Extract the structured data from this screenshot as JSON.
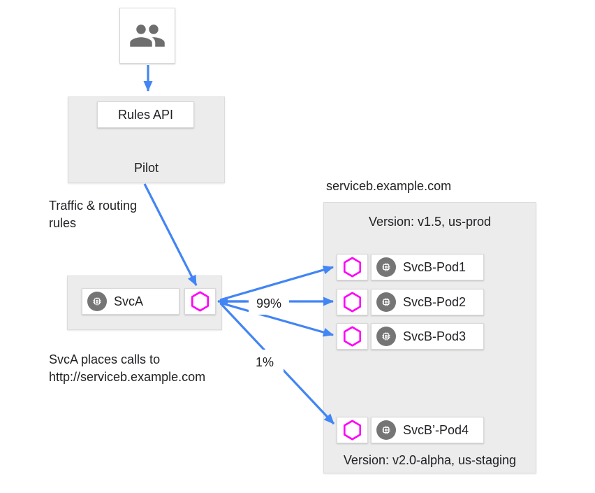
{
  "pilot": {
    "rules_api_label": "Rules API",
    "pilot_label": "Pilot"
  },
  "traffic_note": {
    "line1": "Traffic & routing",
    "line2": "rules"
  },
  "svca": {
    "label": "SvcA"
  },
  "caption": {
    "line1": "SvcA places calls to",
    "line2": "http://serviceb.example.com"
  },
  "serviceb_title": "serviceb.example.com",
  "panel": {
    "header": "Version: v1.5, us-prod",
    "footer": "Version: v2.0-alpha, us-staging",
    "pods": [
      "SvcB-Pod1",
      "SvcB-Pod2",
      "SvcB-Pod3",
      "SvcB’-Pod4"
    ]
  },
  "weights": {
    "major": "99%",
    "minor": "1%"
  },
  "icons": {
    "users": "people-icon",
    "workload": "chip-icon",
    "proxy": "hexagon-proxy-icon"
  },
  "colors": {
    "arrow_blue": "#4285f4",
    "proxy_magenta": "#ff00fb",
    "box_gray": "#ececec",
    "icon_gray": "#6e6e6e",
    "chip_circle_gray": "#757575"
  }
}
